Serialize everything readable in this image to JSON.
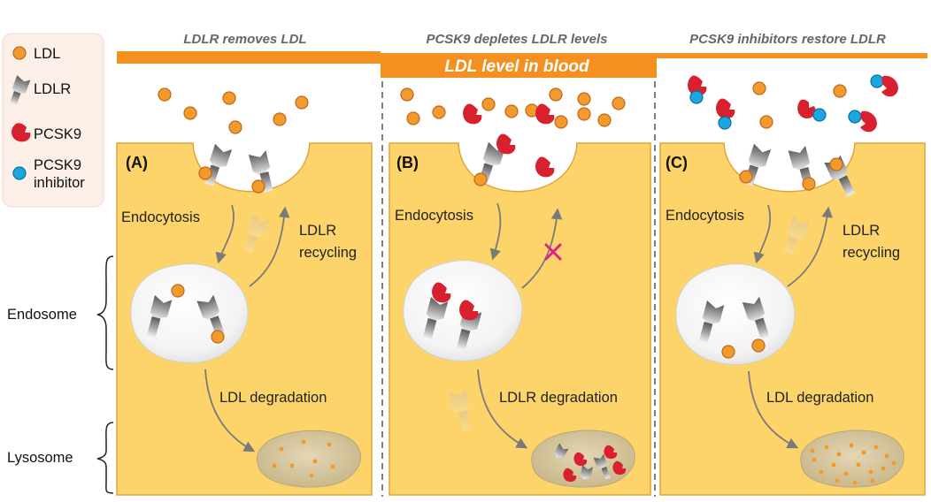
{
  "legend": {
    "ldl": "LDL",
    "ldlr": "LDLR",
    "pcsk9": "PCSK9",
    "inhibitor_line1": "PCSK9",
    "inhibitor_line2": "inhibitor"
  },
  "banner": "LDL level in blood",
  "panels": [
    {
      "title": "LDLR removes LDL",
      "letter": "(A)",
      "endocytosis": "Endocytosis",
      "recycling_line1": "LDLR",
      "recycling_line2": "recycling",
      "degradation": "LDL degradation"
    },
    {
      "title": "PCSK9 depletes LDLR levels",
      "letter": "(B)",
      "endocytosis": "Endocytosis",
      "degradation": "LDLR degradation"
    },
    {
      "title": "PCSK9 inhibitors restore LDLR",
      "letter": "(C)",
      "endocytosis": "Endocytosis",
      "recycling_line1": "LDLR",
      "recycling_line2": "recycling",
      "degradation": "LDL degradation"
    }
  ],
  "side_labels": {
    "endosome": "Endosome",
    "lysosome": "Lysosome"
  },
  "colors": {
    "ldl": "#f39a2c",
    "pcsk9": "#d8202f",
    "inhibitor": "#1ba6e0",
    "cell": "#fcd46a",
    "banner": "#f39020",
    "blocked": "#e0208a"
  }
}
